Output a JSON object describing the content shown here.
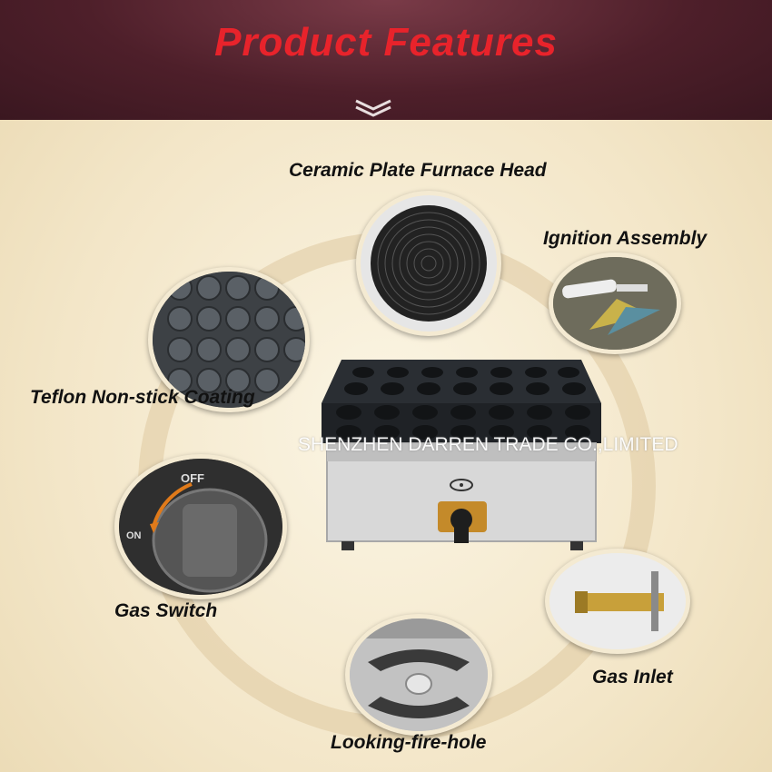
{
  "header": {
    "title": "Product Features"
  },
  "features": {
    "furnace_head": "Ceramic Plate Furnace Head",
    "ignition": "Ignition Assembly",
    "coating": "Teflon Non-stick Coating",
    "gas_switch": "Gas Switch",
    "gas_inlet": "Gas Inlet",
    "fire_hole": "Looking-fire-hole"
  },
  "knob": {
    "off": "OFF",
    "on": "ON"
  },
  "watermark": "SHENZHEN  DARREN TRADE CO.,LIMITED",
  "colors": {
    "title": "#e8232b",
    "header_bg": "#4e1f2a",
    "page_bg": "#f3e6c8"
  }
}
